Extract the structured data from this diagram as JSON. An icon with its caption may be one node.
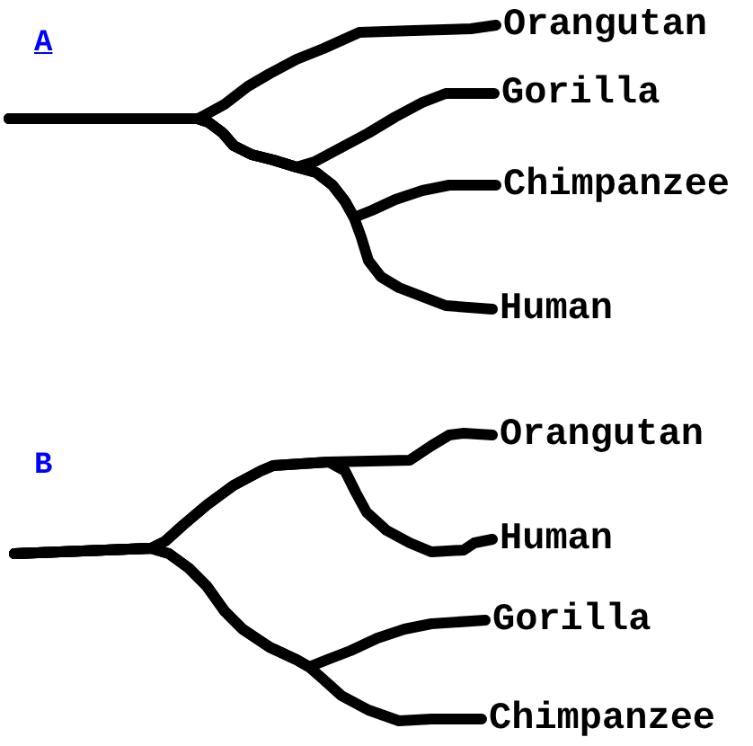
{
  "diagram": {
    "nodes": [
      {
        "text": [
          "Orangutan"
        ]
      },
      {
        "text": [
          "Gorilla"
        ]
      },
      {
        "text": [
          "Chimpanzee"
        ]
      },
      {
        "text": [
          "Human"
        ]
      },
      {
        "text": [
          "Orangutan"
        ]
      },
      {
        "text": [
          "Human"
        ]
      },
      {
        "text": [
          "Gorilla"
        ]
      },
      {
        "text": [
          "Chimpanzee"
        ]
      }
    ],
    "edges": [
      {
        "from": null,
        "to": 0,
        "arrow": "none"
      },
      {
        "from": null,
        "to": 1,
        "arrow": "none"
      },
      {
        "from": null,
        "to": 2,
        "arrow": "none"
      },
      {
        "from": null,
        "to": 3,
        "arrow": "none"
      },
      {
        "from": null,
        "to": 4,
        "arrow": "none"
      },
      {
        "from": null,
        "to": 5,
        "arrow": "none"
      },
      {
        "from": null,
        "to": 6,
        "arrow": "none"
      },
      {
        "from": null,
        "to": 7,
        "arrow": "none"
      }
    ],
    "labels": [
      "A",
      "B"
    ]
  }
}
